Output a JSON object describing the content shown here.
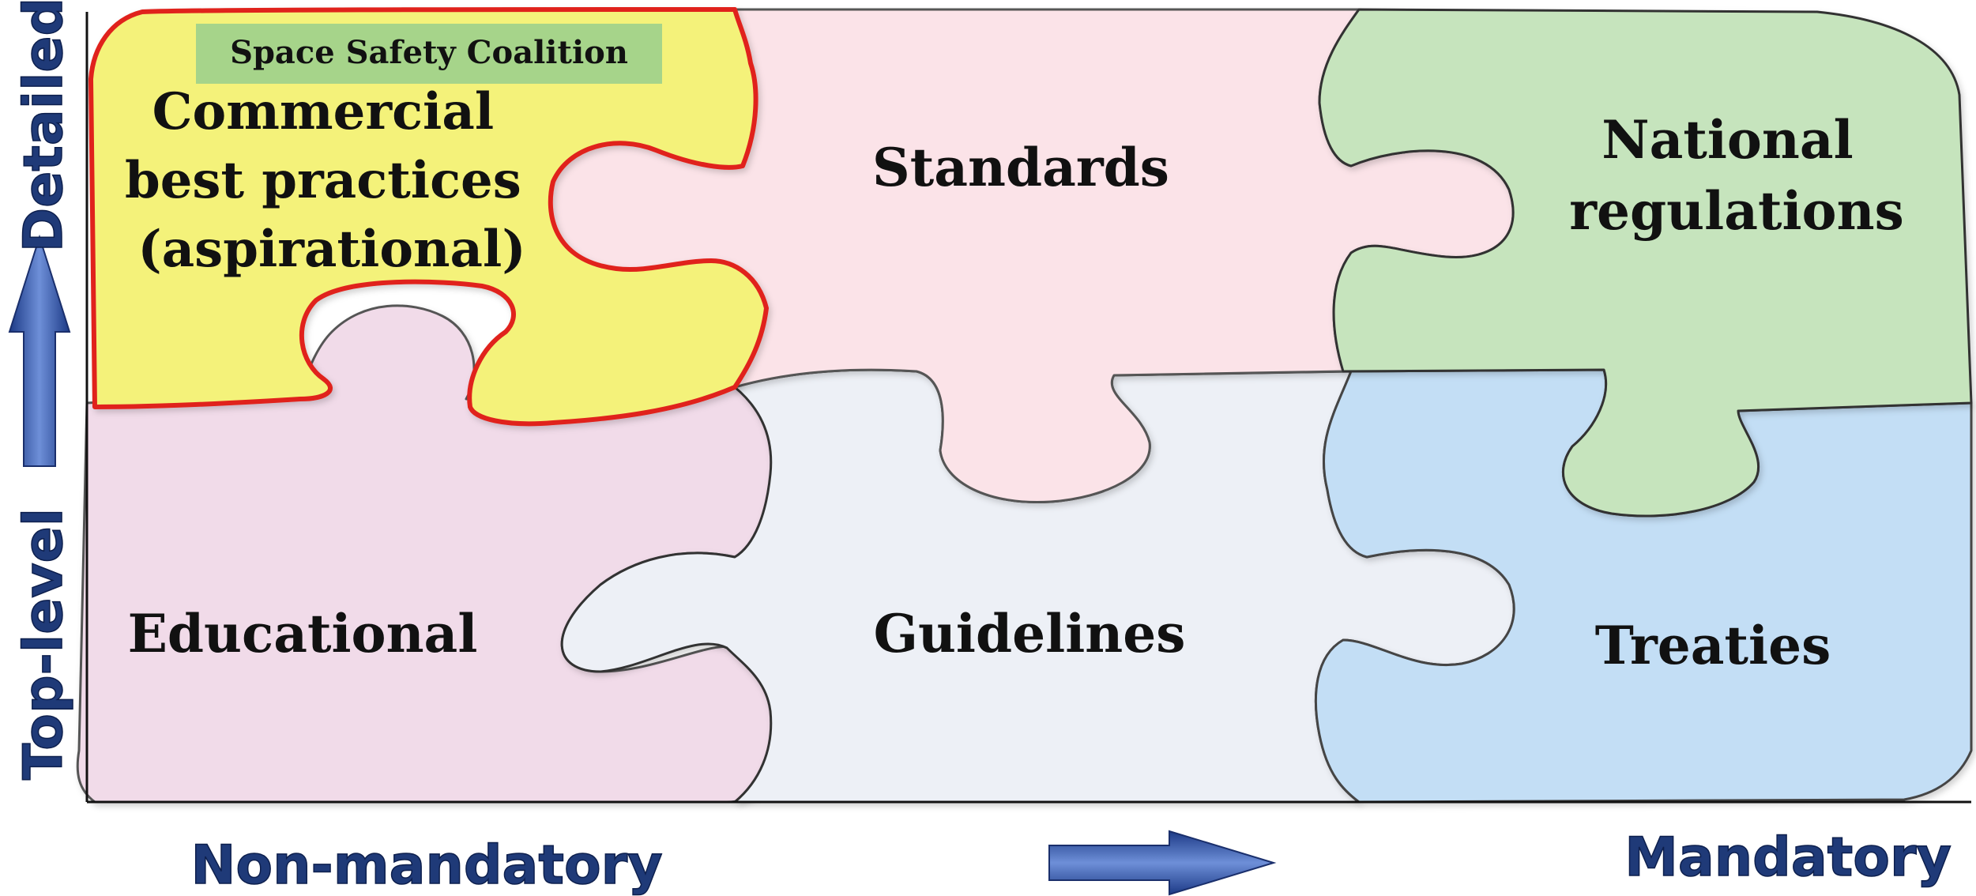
{
  "badge": {
    "text": "Space Safety Coalition",
    "color": "#a6d48a"
  },
  "pieces": {
    "commercial": {
      "lines": [
        "Commercial",
        "best practices",
        "(aspirational)"
      ],
      "color": "#f4f27a",
      "outline": "#e0231c"
    },
    "standards": {
      "lines": [
        "Standards"
      ],
      "color": "#fbe3e8"
    },
    "national": {
      "lines": [
        "National",
        "regulations"
      ],
      "color": "#c6e4bd"
    },
    "educational": {
      "lines": [
        "Educational"
      ],
      "color": "#f1dbe9"
    },
    "guidelines": {
      "lines": [
        "Guidelines"
      ],
      "color": "#edf0f6"
    },
    "treaties": {
      "lines": [
        "Treaties"
      ],
      "color": "#c3def5"
    }
  },
  "axes": {
    "y_top": "Detailed",
    "y_bottom": "Top-level",
    "x_left": "Non-mandatory",
    "x_right": "Mandatory",
    "text_color": "#1f3a78",
    "arrow_color": "#3354a8"
  }
}
